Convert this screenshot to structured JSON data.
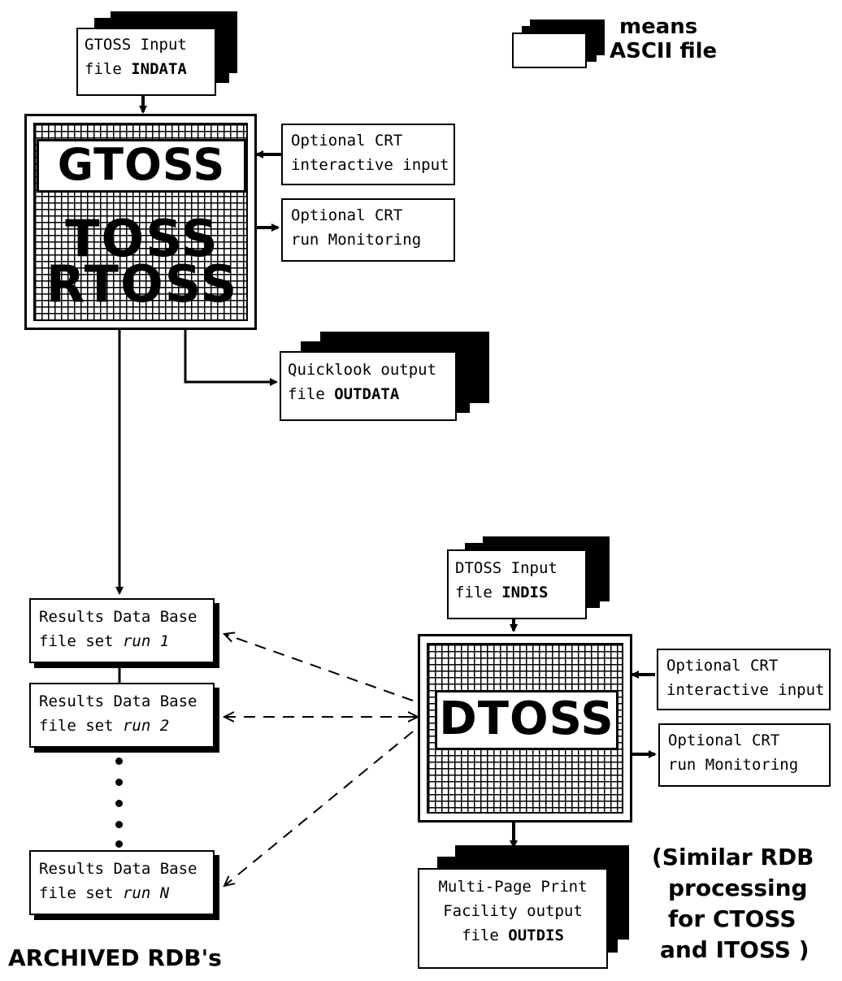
{
  "legend": {
    "line1": "means",
    "line2": "ASCII file"
  },
  "gtoss_input": {
    "line1": "GTOSS Input",
    "line2_prefix": "file ",
    "line2_bold": "INDATA"
  },
  "gtoss_process": {
    "title": "GTOSS",
    "sub1": "TOSS",
    "sub2": "RTOSS"
  },
  "gtoss_crt_input": {
    "line1": "Optional  CRT",
    "line2": "interactive input"
  },
  "gtoss_crt_monitor": {
    "line1": "Optional CRT",
    "line2": " run  Monitoring"
  },
  "quicklook": {
    "line1": "Quicklook output",
    "line2_prefix": "file  ",
    "line2_bold": "OUTDATA"
  },
  "rdb_run1": {
    "line1": "Results Data Base",
    "line2_prefix": "file set  ",
    "line2_ital": "run 1"
  },
  "rdb_run2": {
    "line1": "Results Data Base",
    "line2_prefix": "file set  ",
    "line2_ital": "run 2"
  },
  "rdb_runN": {
    "line1": "Results Data Base",
    "line2_prefix": "file set  ",
    "line2_ital": "run N"
  },
  "archived": {
    "prefix": "ARCHIVED ",
    "bold": "RDB",
    "suffix": "'s"
  },
  "dtoss_input": {
    "line1": "DTOSS Input",
    "line2_prefix": "file ",
    "line2_bold": "INDIS"
  },
  "dtoss_process": {
    "title": "DTOSS"
  },
  "dtoss_crt_input": {
    "line1": "Optional  CRT",
    "line2": "interactive input"
  },
  "dtoss_crt_monitor": {
    "line1": "Optional CRT",
    "line2": " run  Monitoring"
  },
  "print_facility": {
    "line1": "Multi-Page Print",
    "line2": "Facility output",
    "line3_prefix": "file ",
    "line3_bold": "OUTDIS"
  },
  "similar_note": {
    "line1": "(Similar RDB",
    "line2": "processing",
    "line3": "for  CTOSS",
    "line4": "and  ITOSS )"
  }
}
